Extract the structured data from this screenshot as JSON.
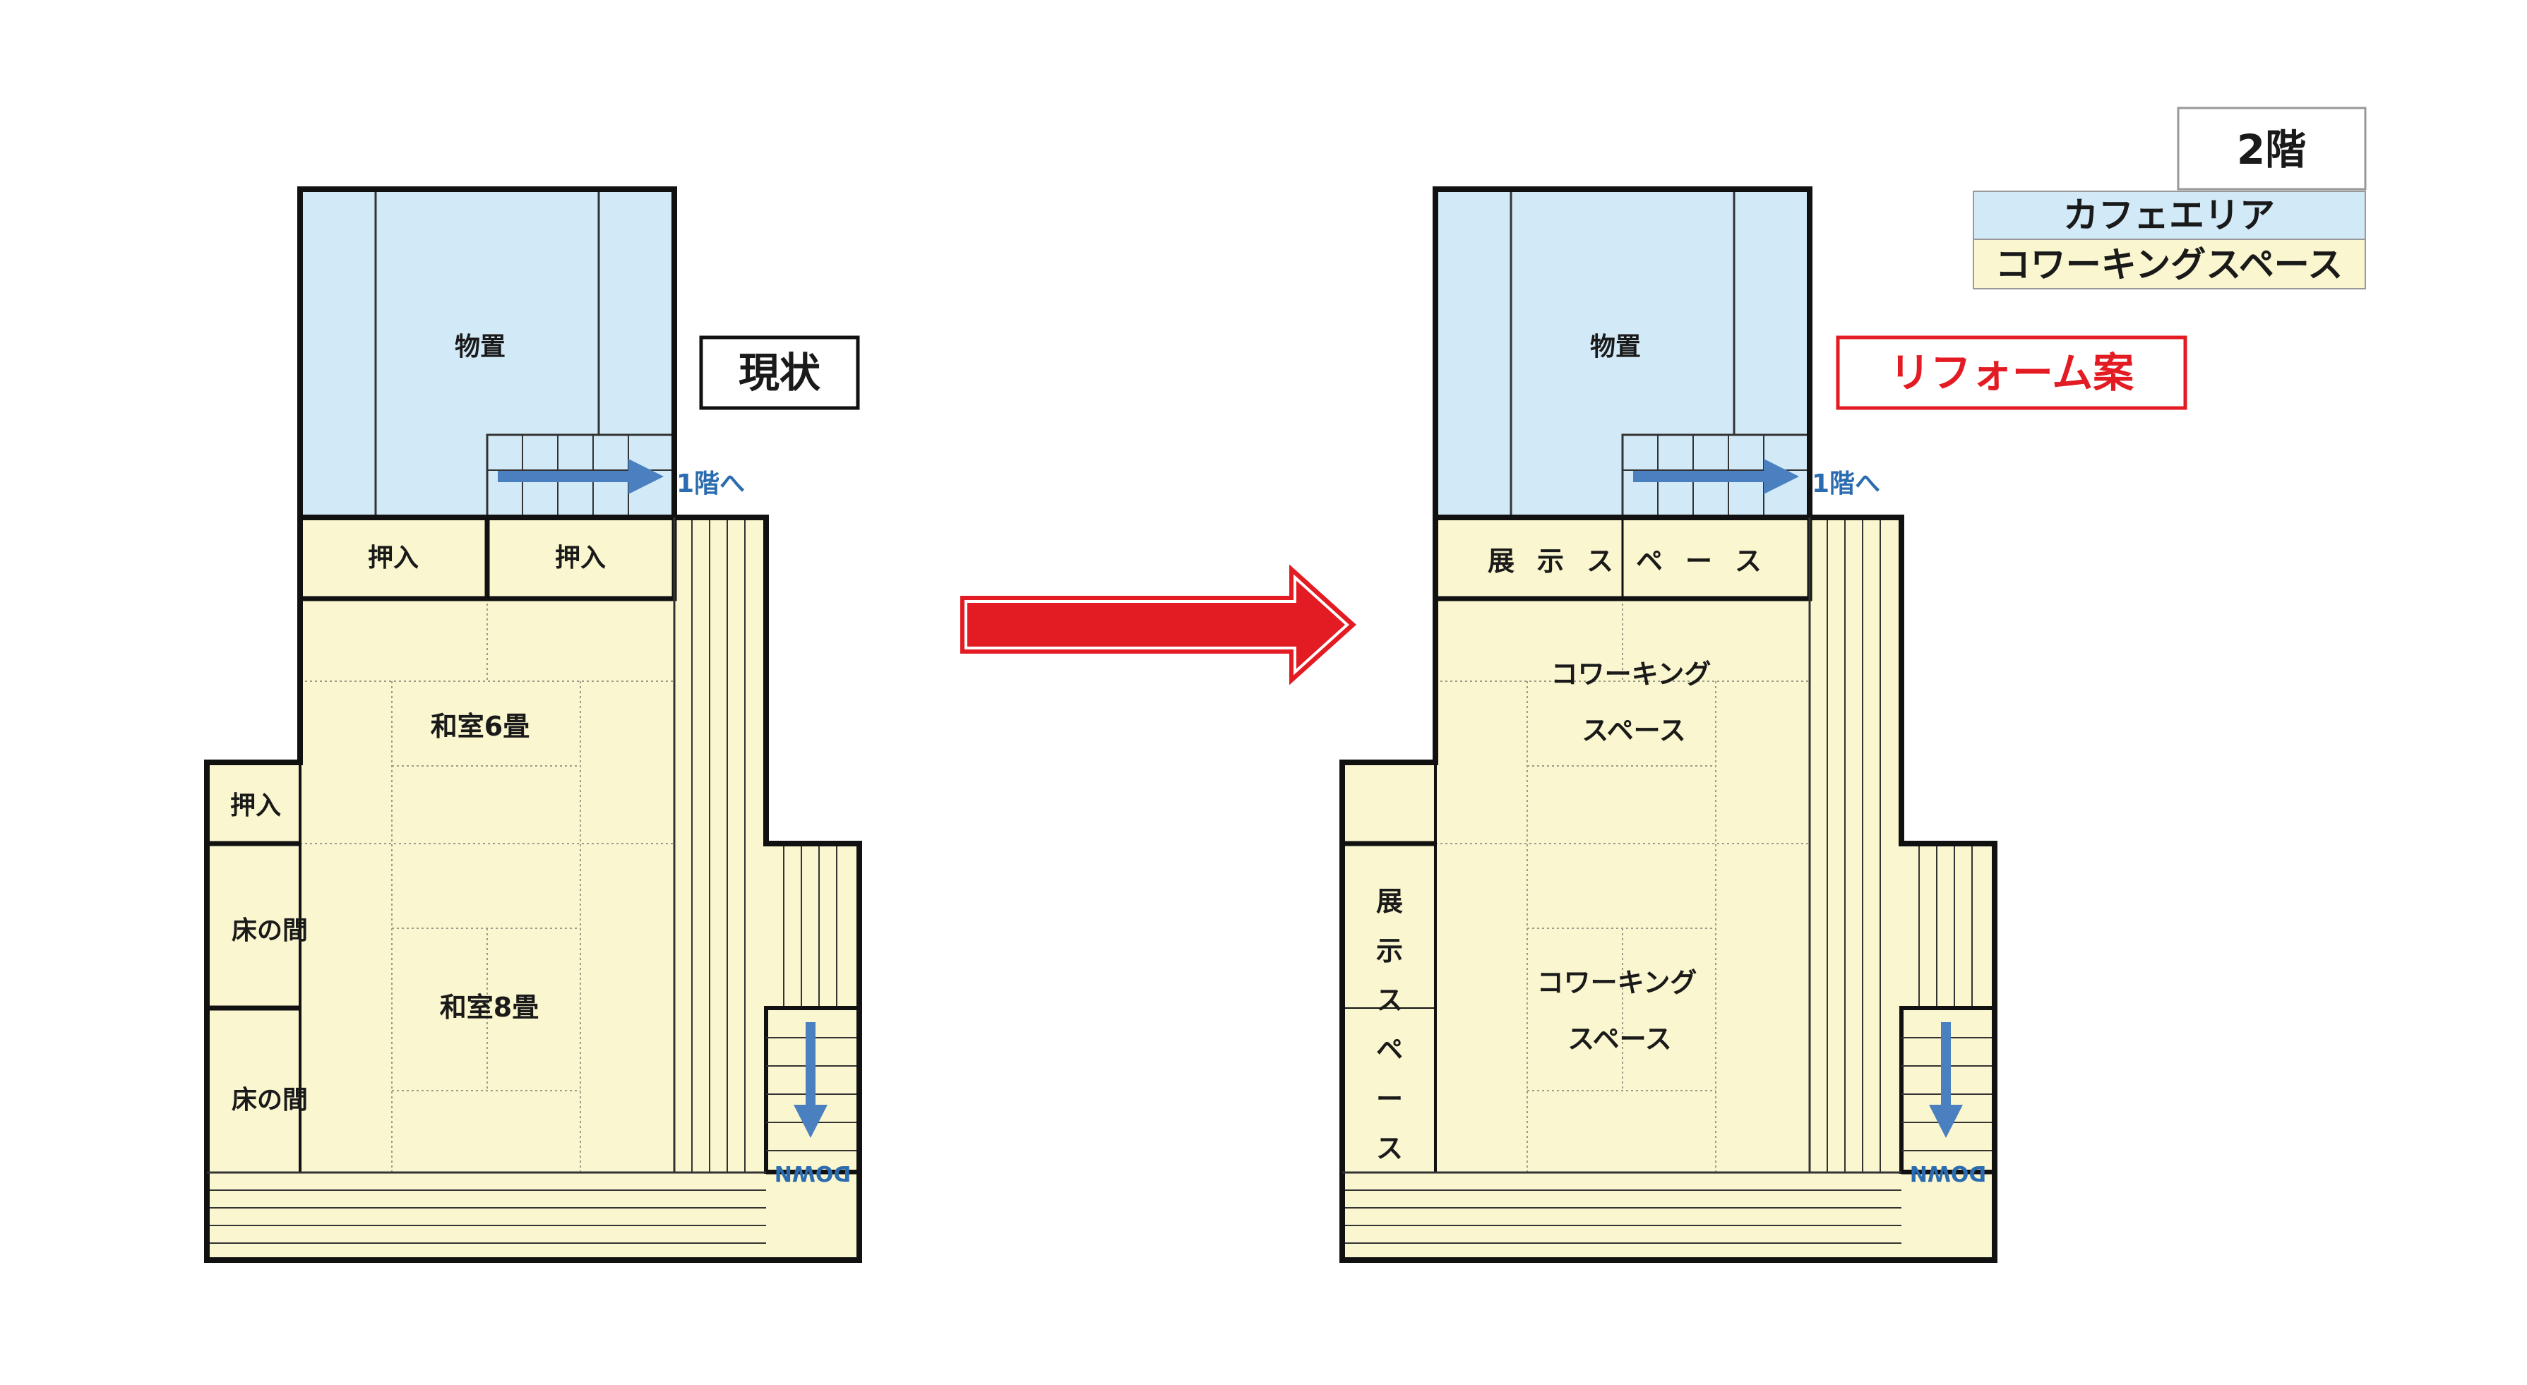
{
  "current": {
    "title": "現状",
    "rooms": {
      "storage": "物置",
      "closet_a": "押入",
      "closet_b": "押入",
      "closet_left": "押入",
      "washitsu6": "和室6畳",
      "washitsu8": "和室8畳",
      "tokonoma_a": "床の間",
      "tokonoma_b": "床の間"
    },
    "stair_up": "1階へ",
    "stair_down": "DOWN"
  },
  "reform": {
    "title": "リフォーム案",
    "rooms": {
      "storage": "物置",
      "exhibit_top": [
        "展",
        "示",
        "ス",
        "ペ",
        "ー",
        "ス"
      ],
      "exhibit_left": [
        "展",
        "示",
        "ス",
        "ペ",
        "ー",
        "ス"
      ],
      "cowork_a": [
        "コワーキング",
        "スペース"
      ],
      "cowork_b": [
        "コワーキング",
        "スペース"
      ]
    },
    "stair_up": "1階へ",
    "stair_down": "DOWN"
  },
  "legend": {
    "floor": "2階",
    "items": [
      {
        "label": "カフェエリア",
        "color": "#d2eaf7"
      },
      {
        "label": "コワーキングスペース",
        "color": "#faf6cf"
      }
    ]
  },
  "colors": {
    "blue_area": "#d2eaf7",
    "yellow_area": "#faf6cf",
    "wall": "#111111",
    "arrow": "#e31b23",
    "stair_arrow": "#4a7fc0",
    "reform_title": "#e31b23"
  }
}
